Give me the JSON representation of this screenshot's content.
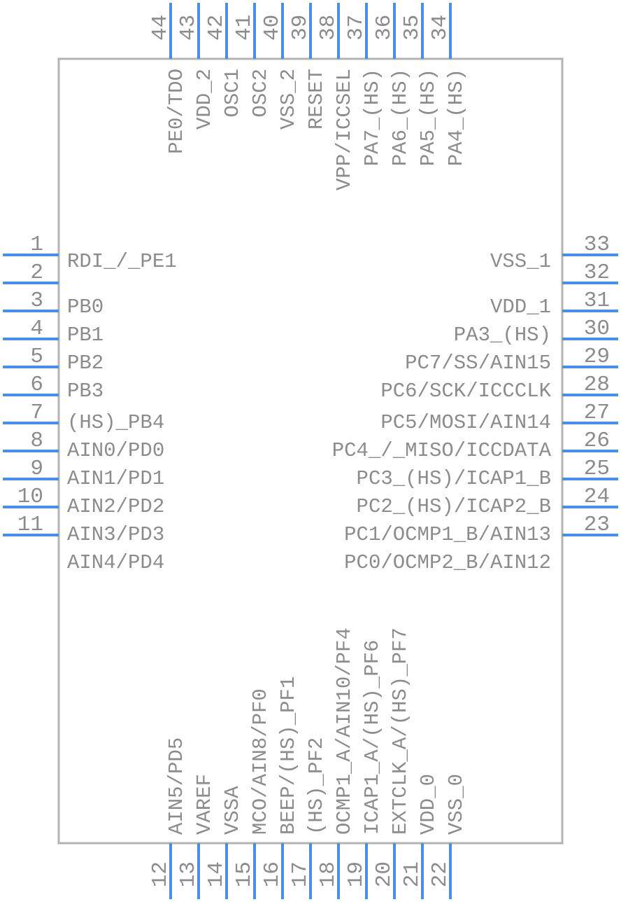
{
  "colors": {
    "pin_line": "#4a90e2",
    "body_outline": "#b3b3b3",
    "text": "#8c8c8c"
  },
  "component": {
    "left_pins": [
      {
        "num": "1",
        "label": "RDI_/_PE1"
      },
      {
        "num": "2",
        "label": "PB0"
      },
      {
        "num": "3",
        "label": "PB1"
      },
      {
        "num": "4",
        "label": "PB2"
      },
      {
        "num": "5",
        "label": "PB3"
      },
      {
        "num": "6",
        "label": "(HS)_PB4"
      },
      {
        "num": "7",
        "label": "AIN0/PD0"
      },
      {
        "num": "8",
        "label": "AIN1/PD1"
      },
      {
        "num": "9",
        "label": "AIN2/PD2"
      },
      {
        "num": "10",
        "label": "AIN3/PD3"
      },
      {
        "num": "11",
        "label": "AIN4/PD4"
      }
    ],
    "right_pins": [
      {
        "num": "33",
        "label": "VSS_1"
      },
      {
        "num": "32",
        "label": "VDD_1"
      },
      {
        "num": "31",
        "label": "PA3_(HS)"
      },
      {
        "num": "30",
        "label": "PC7/SS/AIN15"
      },
      {
        "num": "29",
        "label": "PC6/SCK/ICCCLK"
      },
      {
        "num": "28",
        "label": "PC5/MOSI/AIN14"
      },
      {
        "num": "27",
        "label": "PC4_/_MISO/ICCDATA"
      },
      {
        "num": "26",
        "label": "PC3_(HS)/ICAP1_B"
      },
      {
        "num": "25",
        "label": "PC2_(HS)/ICAP2_B"
      },
      {
        "num": "24",
        "label": "PC1/OCMP1_B/AIN13"
      },
      {
        "num": "23",
        "label": "PC0/OCMP2_B/AIN12"
      }
    ],
    "top_pins": [
      {
        "num": "44",
        "label": "PE0/TDO"
      },
      {
        "num": "43",
        "label": "VDD_2"
      },
      {
        "num": "42",
        "label": "OSC1"
      },
      {
        "num": "41",
        "label": "OSC2"
      },
      {
        "num": "40",
        "label": "VSS_2"
      },
      {
        "num": "39",
        "label": "RESET"
      },
      {
        "num": "38",
        "label": "VPP/ICCSEL"
      },
      {
        "num": "37",
        "label": "PA7_(HS)"
      },
      {
        "num": "36",
        "label": "PA6_(HS)"
      },
      {
        "num": "35",
        "label": "PA5_(HS)"
      },
      {
        "num": "34",
        "label": "PA4_(HS)"
      }
    ],
    "bottom_pins": [
      {
        "num": "12",
        "label": "AIN5/PD5"
      },
      {
        "num": "13",
        "label": "VAREF"
      },
      {
        "num": "14",
        "label": "VSSA"
      },
      {
        "num": "15",
        "label": "MCO/AIN8/PF0"
      },
      {
        "num": "16",
        "label": "BEEP/(HS)_PF1"
      },
      {
        "num": "17",
        "label": "(HS)_PF2"
      },
      {
        "num": "18",
        "label": "OCMP1_A/AIN10/PF4"
      },
      {
        "num": "19",
        "label": "ICAP1_A/(HS)_PF6"
      },
      {
        "num": "20",
        "label": "EXTCLK_A/(HS)_PF7"
      },
      {
        "num": "21",
        "label": "VDD_0"
      },
      {
        "num": "22",
        "label": "VSS_0"
      }
    ]
  }
}
